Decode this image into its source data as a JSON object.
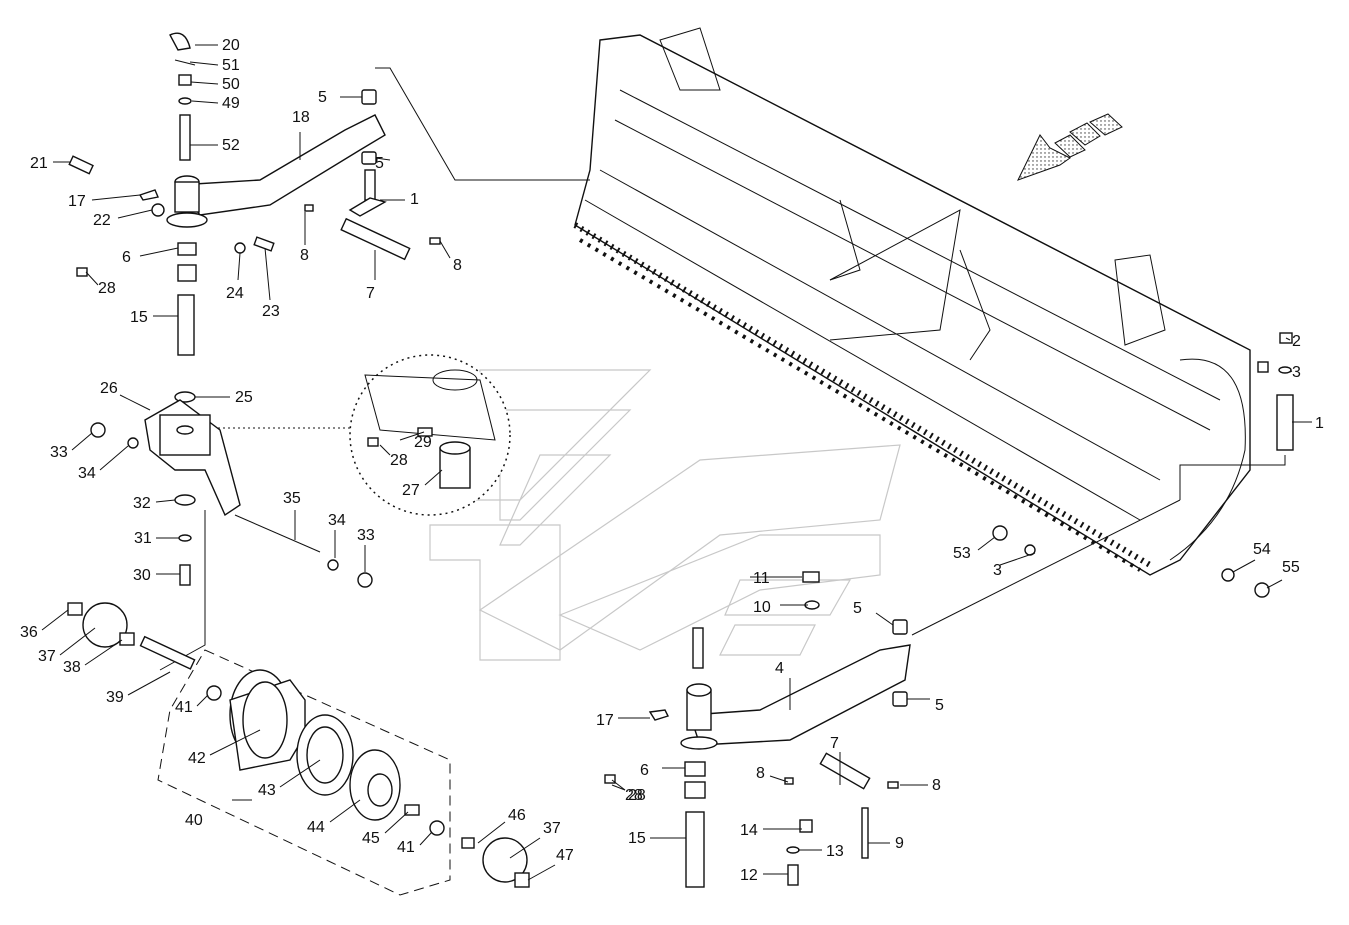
{
  "diagram": {
    "type": "exploded-parts-view",
    "callouts": [
      "20",
      "51",
      "50",
      "49",
      "52",
      "5",
      "18",
      "5",
      "1",
      "21",
      "17",
      "22",
      "8",
      "6",
      "24",
      "23",
      "28",
      "7",
      "8",
      "15",
      "25",
      "26",
      "33",
      "34",
      "29",
      "28",
      "27",
      "32",
      "35",
      "31",
      "34",
      "33",
      "30",
      "36",
      "37",
      "38",
      "39",
      "41",
      "42",
      "40",
      "43",
      "44",
      "45",
      "41",
      "46",
      "37",
      "47",
      "28",
      "2",
      "3",
      "1",
      "53",
      "3",
      "54",
      "55",
      "11",
      "10",
      "5",
      "4",
      "5",
      "17",
      "7",
      "8",
      "6",
      "28",
      "8",
      "14",
      "13",
      "9",
      "15",
      "12"
    ]
  }
}
